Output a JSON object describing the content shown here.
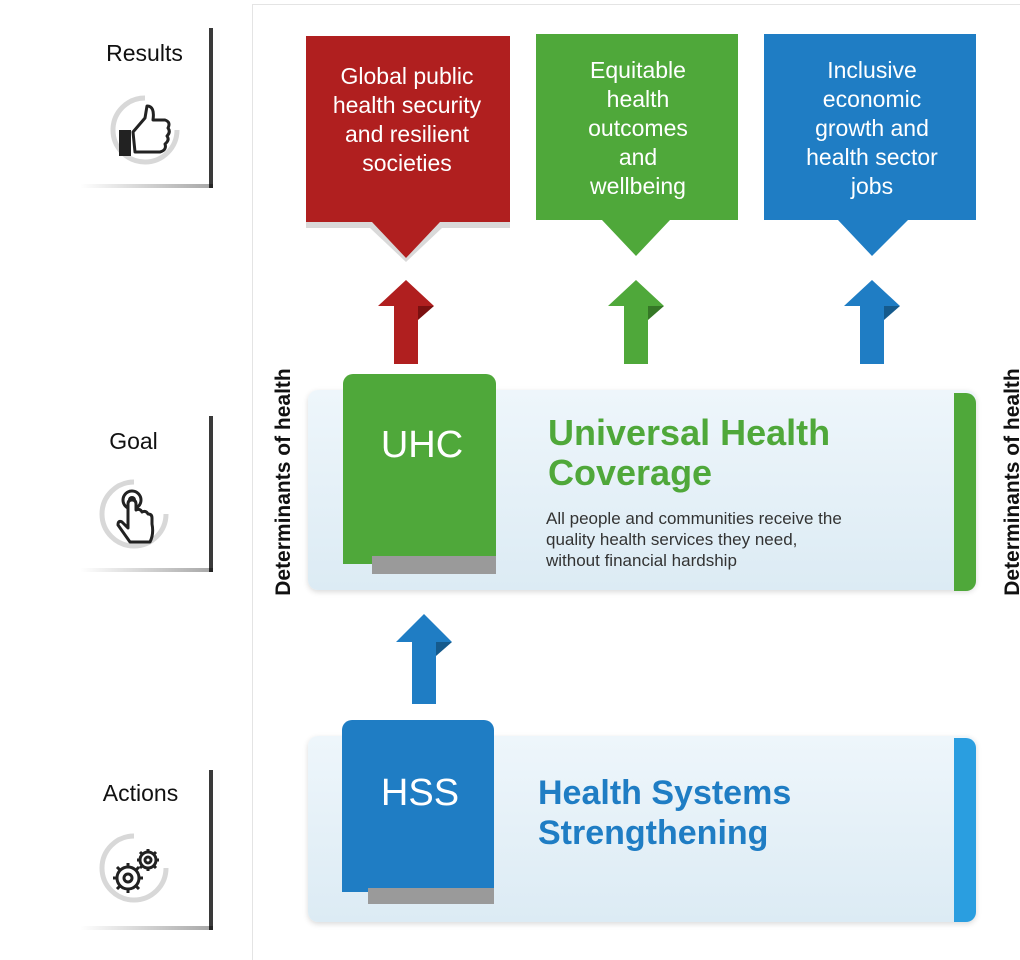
{
  "sidebar": {
    "results_label": "Results",
    "goal_label": "Goal",
    "actions_label": "Actions"
  },
  "axis_labels": {
    "left": "Determinants of health",
    "right": "Determinants of health"
  },
  "results": [
    {
      "text": "Global public health security and resilient societies",
      "color": "#b01f1f"
    },
    {
      "text": "Equitable health outcomes and wellbeing",
      "color": "#4fa83a"
    },
    {
      "text": "Inclusive economic growth and health sector jobs",
      "color": "#1f7dc4"
    }
  ],
  "goal": {
    "tab": "UHC",
    "title_line1": "Universal Health",
    "title_line2": "Coverage",
    "description_line1": "All people and communities receive the",
    "description_line2": "quality health services they need,",
    "description_line3": "without financial hardship",
    "color": "#4fa83a"
  },
  "actions": {
    "tab": "HSS",
    "title_line1": "Health Systems",
    "title_line2": "Strengthening",
    "color": "#1f7dc4"
  }
}
